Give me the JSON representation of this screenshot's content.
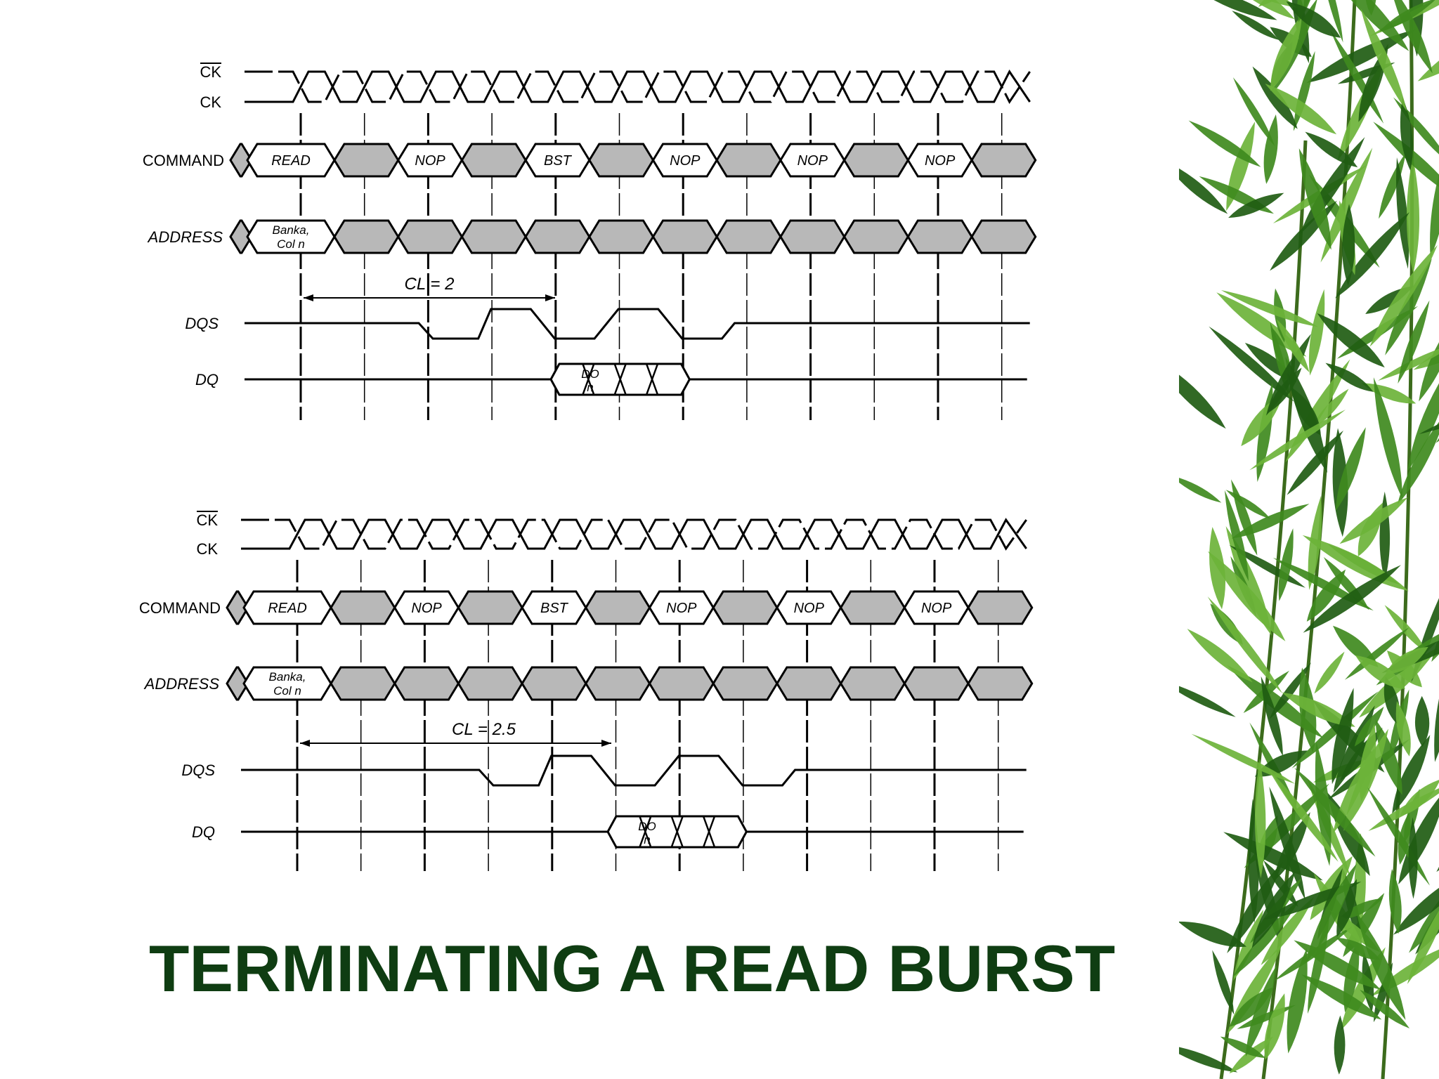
{
  "slide": {
    "title": "TERMINATING A READ BURST",
    "title_color": "#0f3d12",
    "decoration": "bamboo-leaves"
  },
  "colors": {
    "line": "#000000",
    "fill_grey": "#b8b8b8",
    "leaf_dark": "#1f5c12",
    "leaf_mid": "#3f8a1e",
    "leaf_light": "#6cb33a"
  },
  "diagrams": [
    {
      "signals": {
        "ck_bar": "CK",
        "ck": "CK",
        "command": "COMMAND",
        "address": "ADDRESS",
        "dqs": "DQS",
        "dq": "DQ"
      },
      "commands": [
        "READ",
        "NOP",
        "BST",
        "NOP",
        "NOP",
        "NOP"
      ],
      "address_line1": "Banka,",
      "address_line2": "Col n",
      "latency": "CL = 2",
      "dq_line1": "DO",
      "dq_line2": "n"
    },
    {
      "signals": {
        "ck_bar": "CK",
        "ck": "CK",
        "command": "COMMAND",
        "address": "ADDRESS",
        "dqs": "DQS",
        "dq": "DQ"
      },
      "commands": [
        "READ",
        "NOP",
        "BST",
        "NOP",
        "NOP",
        "NOP"
      ],
      "address_line1": "Banka,",
      "address_line2": "Col n",
      "latency": "CL = 2.5",
      "dq_line1": "DO",
      "dq_line2": "n"
    }
  ]
}
